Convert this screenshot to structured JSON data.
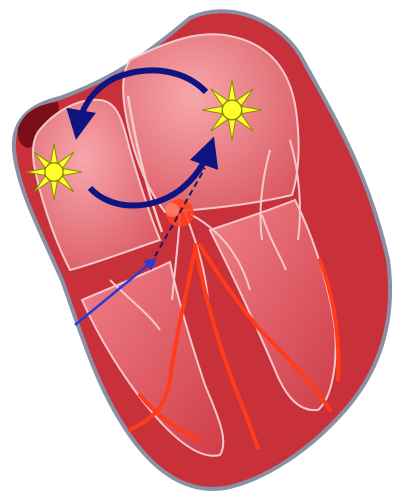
{
  "diagram": {
    "subject": "heart-cross-section",
    "colors": {
      "background": "#ffffff",
      "outline": "#8a8fa3",
      "wall_dark": "#b21f2c",
      "wall": "#c8303a",
      "chamber_fill": "#e8727a",
      "chamber_light": "#f49aa0",
      "septum_line": "#f5c9cc",
      "conduction_fiber": "#ff3b1a",
      "spark_fill": "#ffff2e",
      "spark_stroke": "#8b8b00",
      "circuit_arrow": "#101480",
      "pathway_arrow": "#2a3ad8",
      "dashed_line": "#1b1b5a",
      "av_node": "#ff4020",
      "sa_region": "#7a0f18"
    },
    "icons": [
      "reentry-circuit-arrow",
      "spark-icon",
      "av-node",
      "pathway-arrow"
    ]
  }
}
